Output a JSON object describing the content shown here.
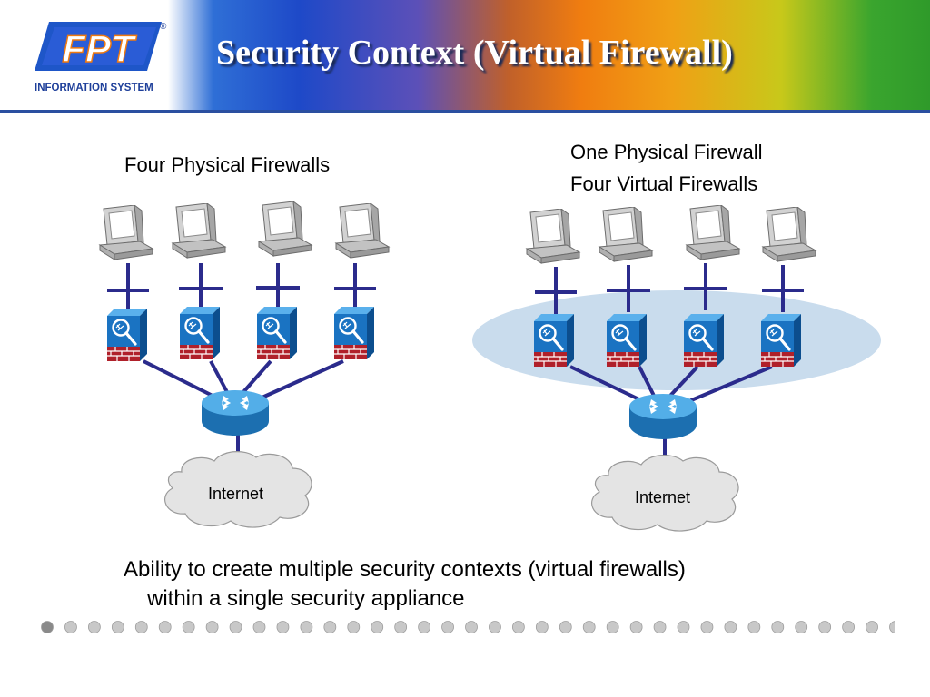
{
  "header": {
    "title": "Security Context (Virtual Firewall)",
    "logo_text": "FPT",
    "logo_subtext": "INFORMATION SYSTEM",
    "logo_mark": "®"
  },
  "diagram": {
    "left_label": "Four Physical Firewalls",
    "right_label_line1": "One Physical Firewall",
    "right_label_line2": "Four Virtual Firewalls",
    "left_cloud_label": "Internet",
    "right_cloud_label": "Internet"
  },
  "caption": {
    "line1": "Ability to create multiple security contexts (virtual firewalls)",
    "line2": "within a single security appliance"
  },
  "colors": {
    "link": "#2b2b8c",
    "firewall_blue": "#1a73c2",
    "brick": "#b0202a",
    "router": "#2d8fd6",
    "ellipse": "#c9dced",
    "cloud": "#e4e4e4"
  },
  "footer": {
    "dot_count": 37,
    "active_dot": 0
  }
}
